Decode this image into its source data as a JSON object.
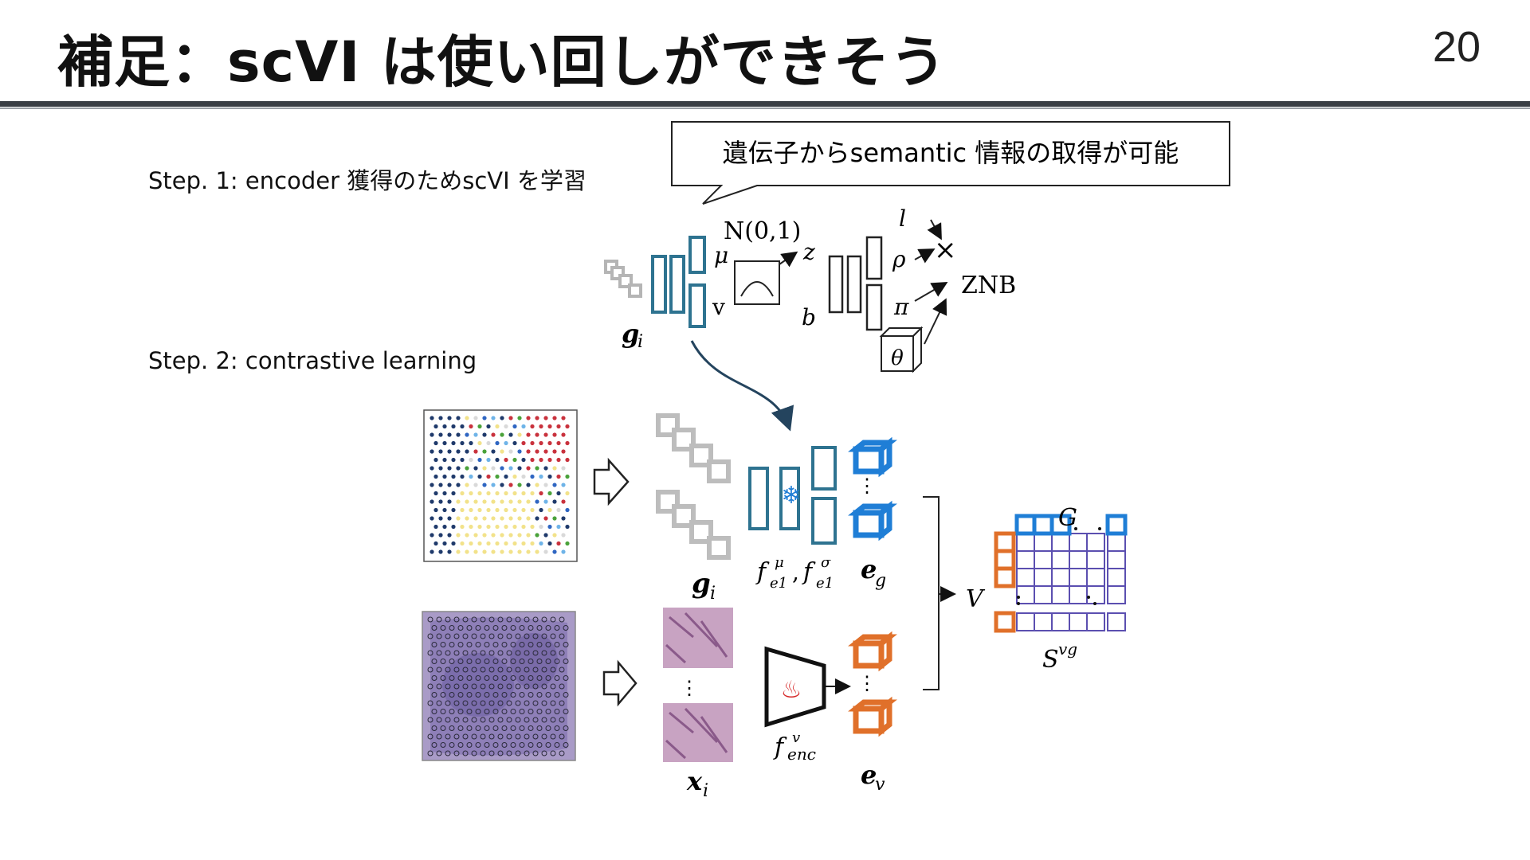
{
  "slide": {
    "title": "補足：scVI は使い回しができそう",
    "page_number": "20",
    "step1": "Step. 1: encoder 獲得のためscVI を学習",
    "step2": "Step. 2: contrastive learning",
    "callout": "遺伝子からsemantic 情報の取得が可能"
  },
  "diagram": {
    "scvi": {
      "prior": "N(0,1)",
      "mu": "μ",
      "v": "v",
      "z": "z",
      "b": "b",
      "l": "l",
      "rho": "ρ",
      "pi": "π",
      "theta": "θ",
      "times": "×",
      "znb": "ZNB",
      "g_i_bold": "g",
      "g_i_sub": "i"
    },
    "contrastive": {
      "g_i_bold": "g",
      "g_i_sub": "i",
      "x_i_bold": "x",
      "x_i_sub": "i",
      "fe1_mu": "f",
      "fe1_mu_sup": "μ",
      "fe1_sub": "e1",
      "fe1_sigma_sup": "σ",
      "comma": ",",
      "e_g_bold": "e",
      "e_g_sub": "g",
      "e_v_bold": "e",
      "e_v_sub": "v",
      "f_enc": "f",
      "f_enc_sup": "v",
      "f_enc_sub": "enc",
      "V": "V",
      "G": "G",
      "S": "S",
      "S_sup": "vg"
    },
    "colors": {
      "teal": "#2e7390",
      "blue": "#1f7ed6",
      "orange": "#e0702a",
      "purple": "#5b4fb0",
      "gray": "#b5b5b5",
      "arrow": "#24445e"
    }
  }
}
